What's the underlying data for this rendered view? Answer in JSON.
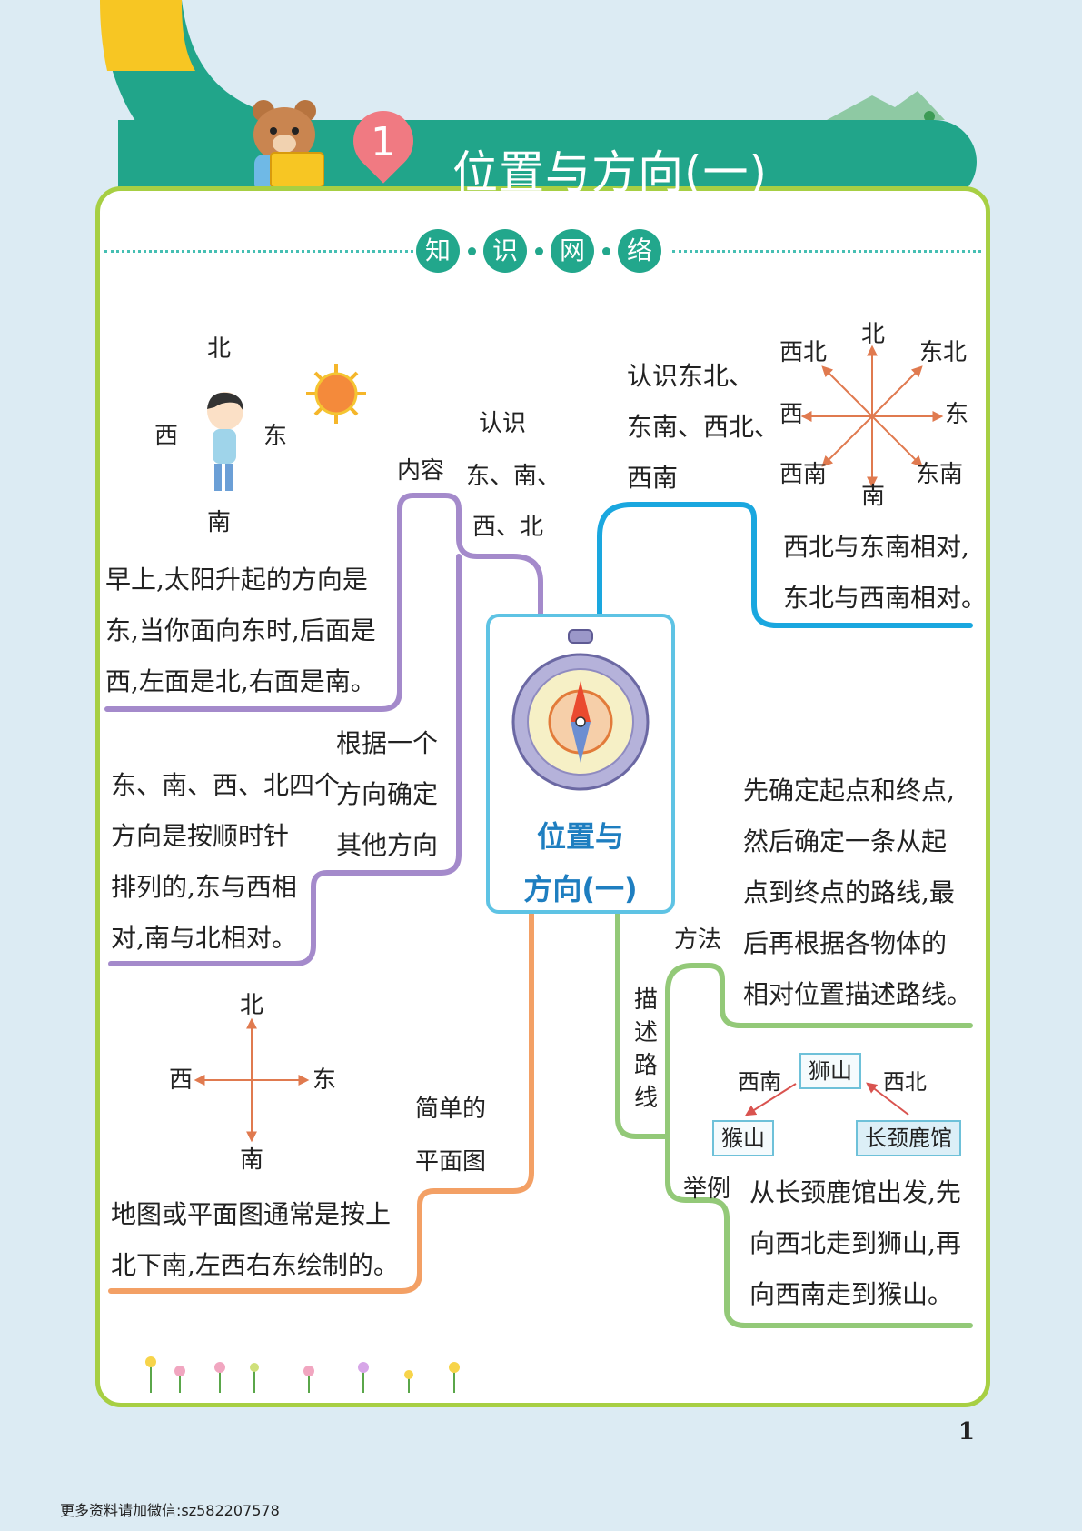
{
  "header": {
    "lesson_number": "1",
    "title": "位置与方向(一)",
    "section_label": [
      "知",
      "识",
      "网",
      "络"
    ]
  },
  "center": {
    "line1": "位置与",
    "line2": "方向(一)"
  },
  "branch_content": {
    "label": "内容",
    "topic": [
      "认识",
      "东、南、",
      "西、北"
    ],
    "diagram": {
      "north": "北",
      "south": "南",
      "east": "东",
      "west": "西"
    },
    "detail1": [
      "早上,太阳升起的方向是",
      "东,当你面向东时,后面是",
      "西,左面是北,右面是南。"
    ],
    "sub_topic": [
      "根据一个",
      "方向确定",
      "其他方向"
    ],
    "detail2": [
      "东、南、西、北四个",
      "方向是按顺时针",
      "排列的,东与西相",
      "对,南与北相对。"
    ]
  },
  "branch_eight": {
    "topic": [
      "认识东北、",
      "东南、西北、",
      "西南"
    ],
    "diagram": {
      "north": "北",
      "northeast": "东北",
      "east": "东",
      "southeast": "东南",
      "south": "南",
      "southwest": "西南",
      "west": "西",
      "northwest": "西北"
    },
    "detail": [
      "西北与东南相对,",
      "东北与西南相对。"
    ]
  },
  "branch_map": {
    "topic": [
      "简单的",
      "平面图"
    ],
    "diagram": {
      "north": "北",
      "south": "南",
      "east": "东",
      "west": "西"
    },
    "detail": [
      "地图或平面图通常是按上",
      "北下南,左西右东绘制的。"
    ]
  },
  "branch_route": {
    "label": [
      "描",
      "述",
      "路",
      "线"
    ],
    "method_label": "方法",
    "method": [
      "先确定起点和终点,",
      "然后确定一条从起",
      "点到终点的路线,最",
      "后再根据各物体的",
      "相对位置描述路线。"
    ],
    "example_label": "举例",
    "example_diagram": {
      "top_place": "狮山",
      "left_place": "猴山",
      "right_place": "长颈鹿馆",
      "left_dir": "西南",
      "right_dir": "西北"
    },
    "example": [
      "从长颈鹿馆出发,先",
      "向西北走到狮山,再",
      "向西南走到猴山。"
    ]
  },
  "page_number": "1",
  "footer_text": "更多资料请加微信:sz582207578",
  "colors": {
    "teal": "#21a58a",
    "green_frame": "#a7cf43",
    "purple": "#a48acb",
    "blue": "#1aa7df",
    "orange": "#f3a065",
    "green_line": "#93c978",
    "pink": "#f07a82",
    "yellow": "#f7c623"
  }
}
